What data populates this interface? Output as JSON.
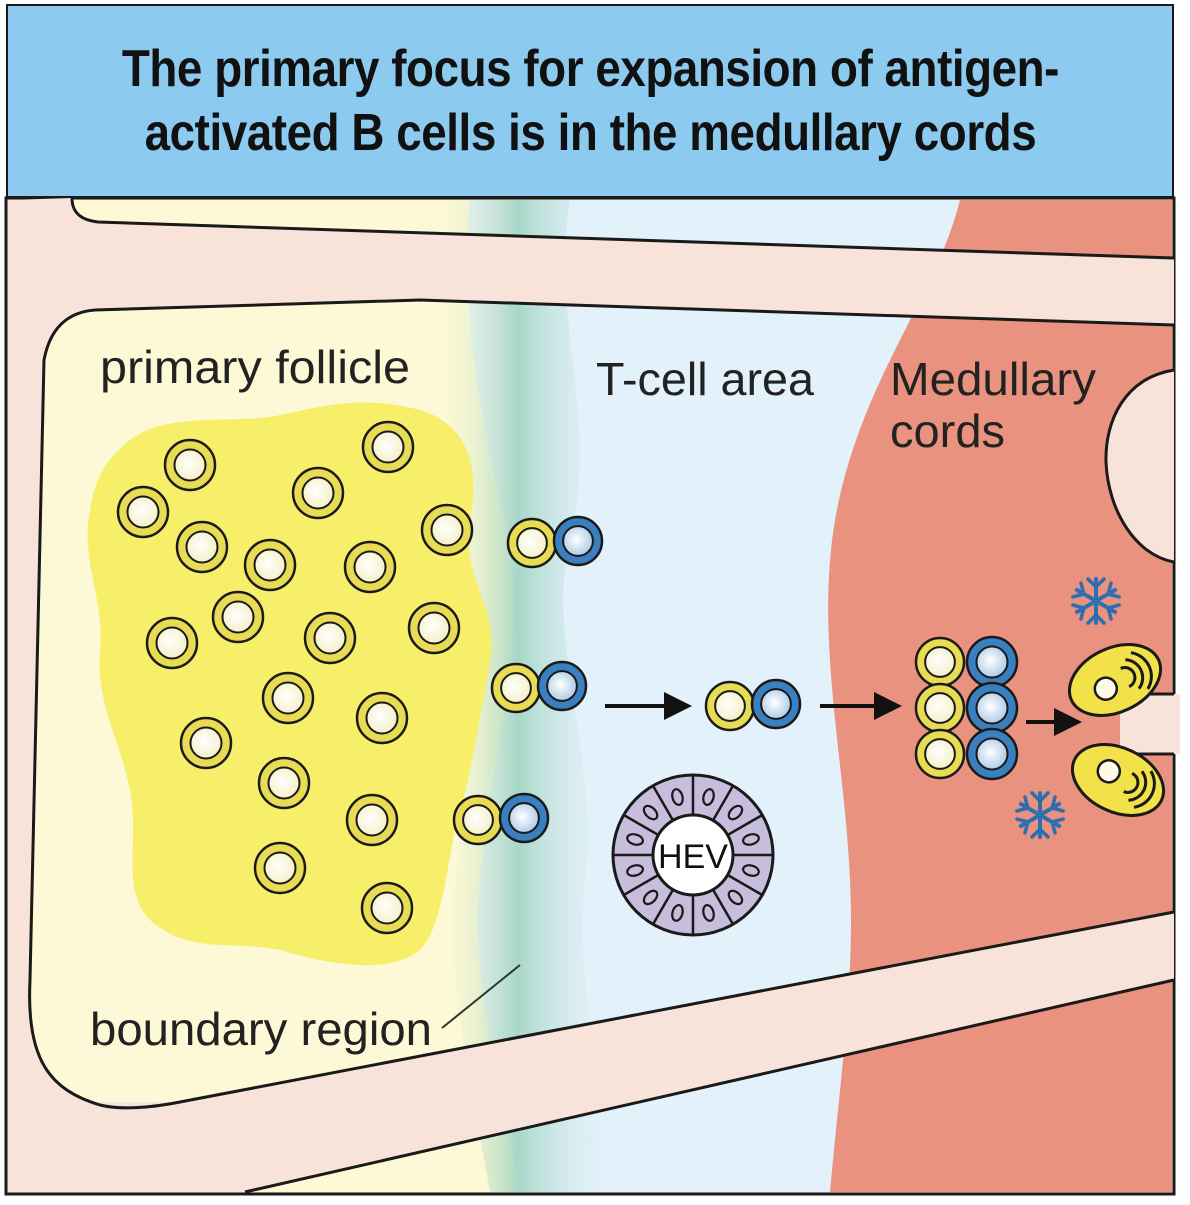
{
  "title": {
    "line1": "The primary focus for expansion of antigen-",
    "line2": "activated B cells is in the medullary cords"
  },
  "labels": {
    "primary_follicle": "primary follicle",
    "t_cell_area": "T-cell area",
    "medullary_line1": "Medullary",
    "medullary_line2": "cords",
    "boundary_region": "boundary region",
    "hev": "HEV"
  },
  "colors": {
    "header_bg": "#8ccbef",
    "follicle_bg": "#fdf9d6",
    "follicle_blob": "#f7ef6a",
    "t_cell_area_bg": "#e3f1fb",
    "boundary_green": "#9ed3be",
    "medullary_bg": "#e8927f",
    "sinus_pink": "#f8e3da",
    "b_cell_ring": "#e9dc55",
    "t_cell_ring": "#3a7fbf",
    "plasma_cell": "#f2e148",
    "hev_purple": "#c6bedc",
    "antibody_blue": "#2f6fb0"
  },
  "icons": [
    "b-cell-icon",
    "t-cell-icon",
    "plasma-cell-icon",
    "antibody-icon",
    "hev-vessel-icon",
    "arrow-icon"
  ]
}
